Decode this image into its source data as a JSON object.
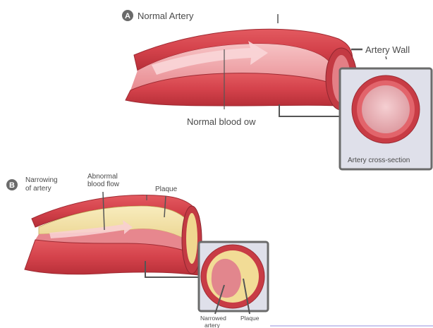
{
  "section_a": {
    "badge": "A",
    "title": "Normal Artery",
    "artery_wall_label": "Artery Wall",
    "blood_flow_label": "Normal blood  ow",
    "cross_section_label": "Artery cross-section"
  },
  "section_b": {
    "badge": "B",
    "narrowing_line1": "Narrowing",
    "narrowing_line2": "of artery",
    "abnormal_line1": "Abnormal",
    "abnormal_line2": "blood flow",
    "plaque_label": "Plaque",
    "narrowed_line1": "Narrowed",
    "narrowed_line2": "artery",
    "inset_plaque_label": "Plaque"
  },
  "colors": {
    "artery_red": "#d9474e",
    "artery_dark": "#b02f37",
    "lumen_pink": "#f2a7aa",
    "plaque_yellow": "#f3dfa0",
    "inset_bg": "#dfe0ea",
    "inset_border": "#6b6b6b"
  }
}
